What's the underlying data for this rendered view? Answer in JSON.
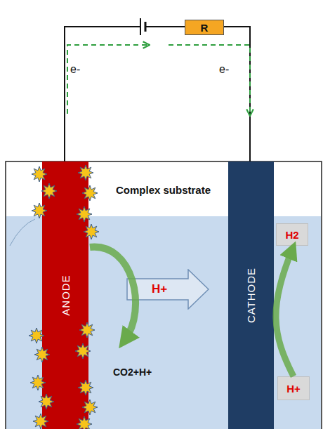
{
  "diagram": {
    "nodes": [
      {
        "text": [
          "R"
        ]
      },
      {
        "text": [
          "ANODE"
        ]
      },
      {
        "text": [
          "H+"
        ]
      },
      {
        "text": [
          "CATHODE"
        ]
      },
      {
        "text": [
          "H2"
        ]
      },
      {
        "text": [
          "H+"
        ]
      }
    ],
    "edges": [
      {
        "from": 5,
        "to": 4,
        "arrow": "to"
      }
    ],
    "labels": [
      "e-",
      "e-",
      "Complex substrate",
      "CO2+H+"
    ]
  }
}
